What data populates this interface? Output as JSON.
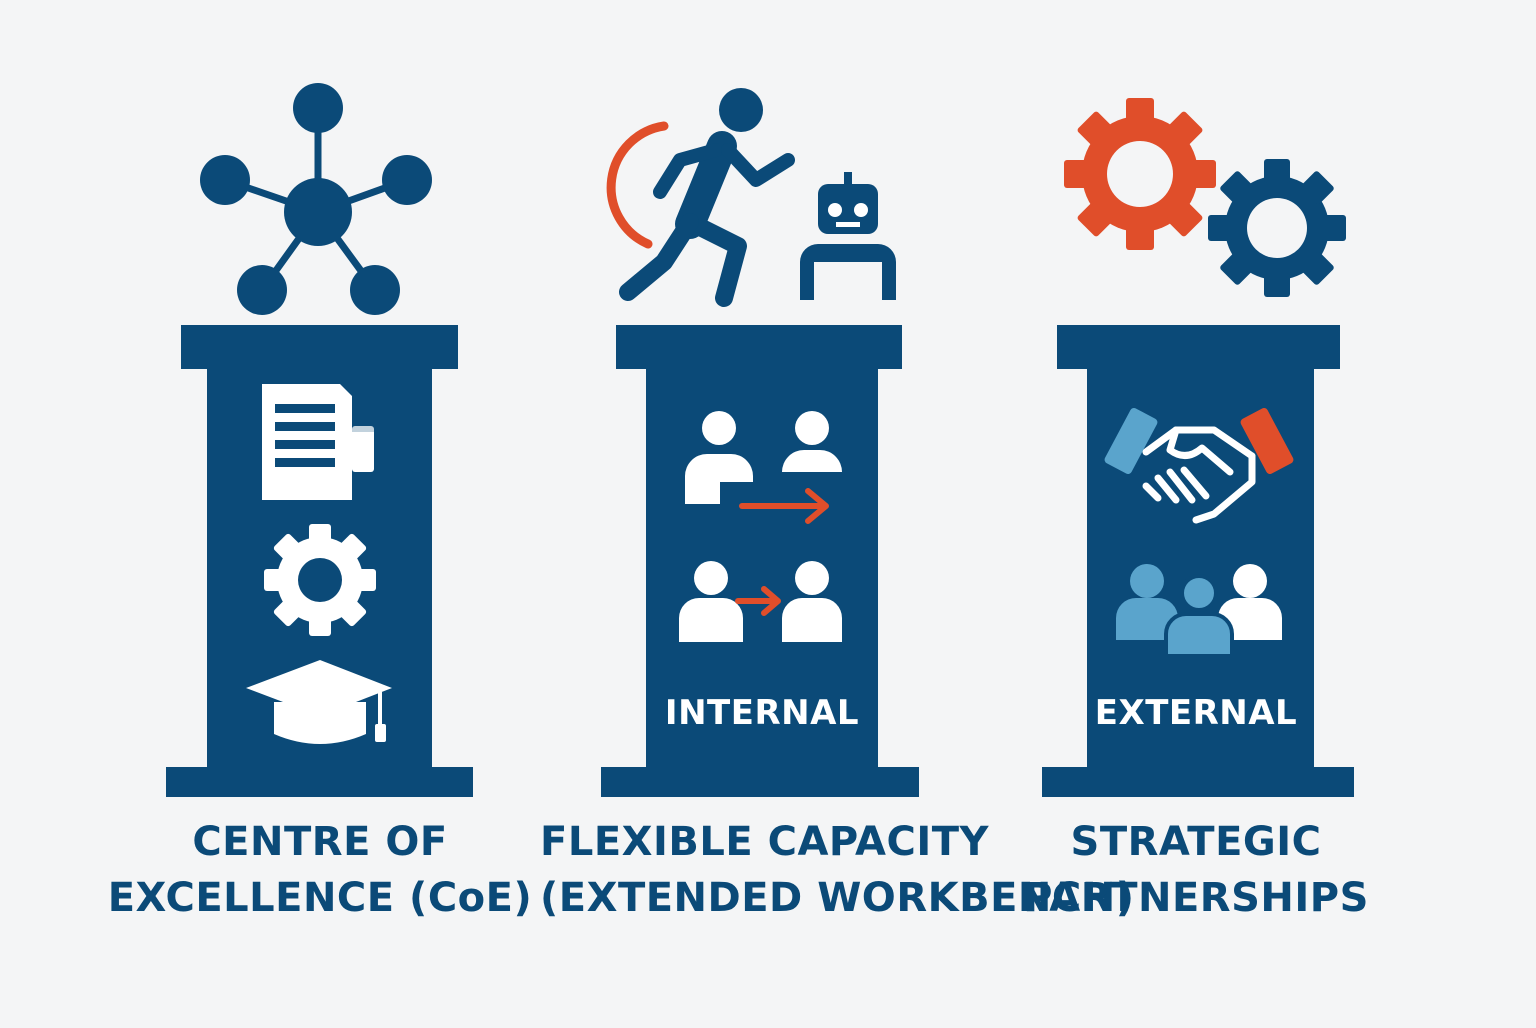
{
  "colors": {
    "navy": "#0b4a78",
    "orange": "#e04e2a",
    "light_blue": "#5aa4cc",
    "white": "#ffffff",
    "background": "#f4f5f6"
  },
  "pillars": [
    {
      "id": "coe",
      "label_lines": [
        "CENTRE OF",
        "EXCELLENCE (CoE)"
      ],
      "band_label": "",
      "top_icon": "network-nodes-icon",
      "body_icons": [
        "document-icon",
        "gear-icon",
        "graduation-cap-icon"
      ]
    },
    {
      "id": "flexible",
      "label_lines": [
        "FLEXIBLE CAPACITY",
        "(EXTENDED WORKBENCH)"
      ],
      "band_label": "INTERNAL",
      "top_icon": "running-person-and-robot-icon",
      "body_icons": [
        "person-transfer-icon",
        "person-transfer-icon"
      ]
    },
    {
      "id": "strategic",
      "label_lines": [
        "STRATEGIC",
        "PARTNERSHIPS"
      ],
      "band_label": "EXTERNAL",
      "top_icon": "gears-icon",
      "body_icons": [
        "handshake-icon",
        "team-group-icon"
      ]
    }
  ]
}
